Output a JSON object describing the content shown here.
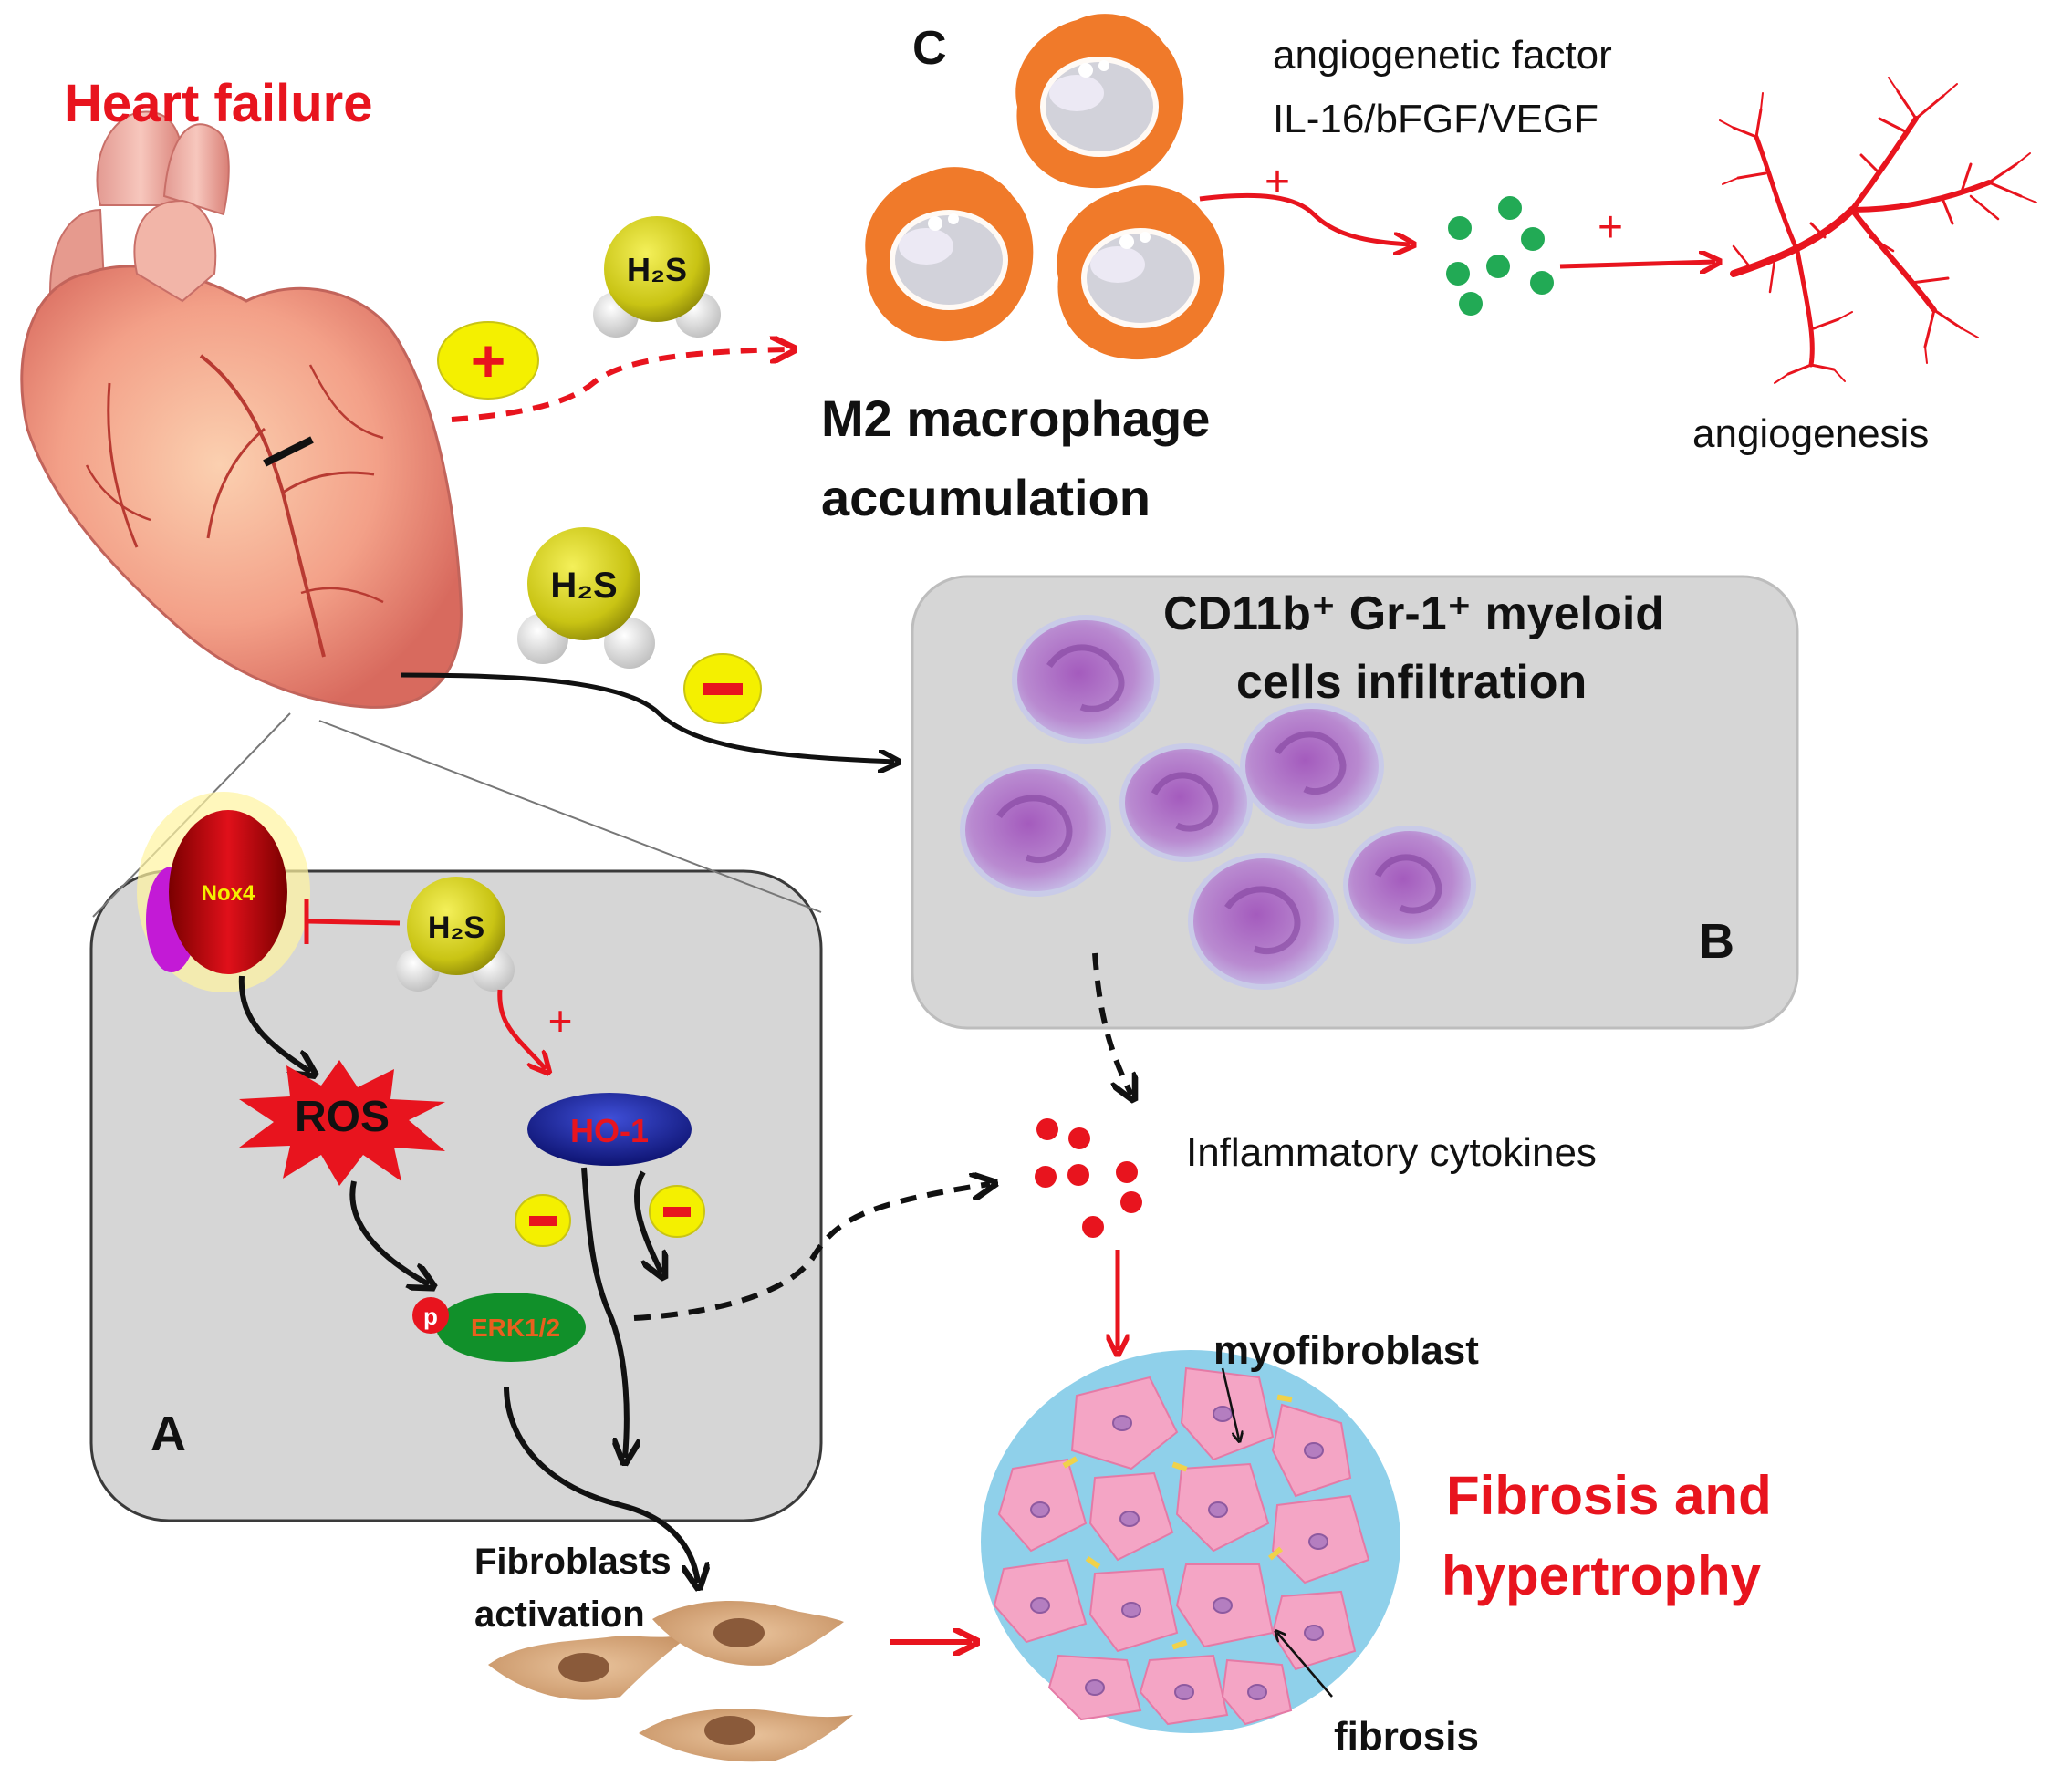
{
  "title": "Heart failure",
  "panels": {
    "a": "A",
    "b": "B",
    "c": "C"
  },
  "molecules": {
    "h2s_c": "H₂S",
    "h2s_b": "H₂S",
    "h2s_a": "H₂S",
    "nox4": "Nox4",
    "ros": "ROS",
    "ho1": "HO-1",
    "perk_p": "p",
    "erk": "ERK1/2"
  },
  "signs": {
    "plus": "+",
    "minus": "−"
  },
  "labels": {
    "angio_factor_1": "angiogenetic factor",
    "angio_factor_2": "IL-16/bFGF/VEGF",
    "m2_1": "M2 macrophage",
    "m2_2": "accumulation",
    "angiogenesis": "angiogenesis",
    "cd11b_1": "CD11b⁺ Gr-1⁺ myeloid",
    "cd11b_2": "cells infiltration",
    "cytokines": "Inflammatory cytokines",
    "myofibroblast": "myofibroblast",
    "fibrosis": "fibrosis",
    "fibrosis_hyp_1": "Fibrosis and",
    "fibrosis_hyp_2": "hypertrophy",
    "fibroblasts_1": "Fibroblasts",
    "fibroblasts_2": "activation"
  },
  "colors": {
    "red": "#e8141e",
    "black": "#111111",
    "h2s_yellow": "#d9d41a",
    "macrophage_orange": "#f07a2a",
    "myeloid_purple": "#9b62b8",
    "panel_gray": "#d6d6d6",
    "cytokine_green": "#22aa55"
  }
}
